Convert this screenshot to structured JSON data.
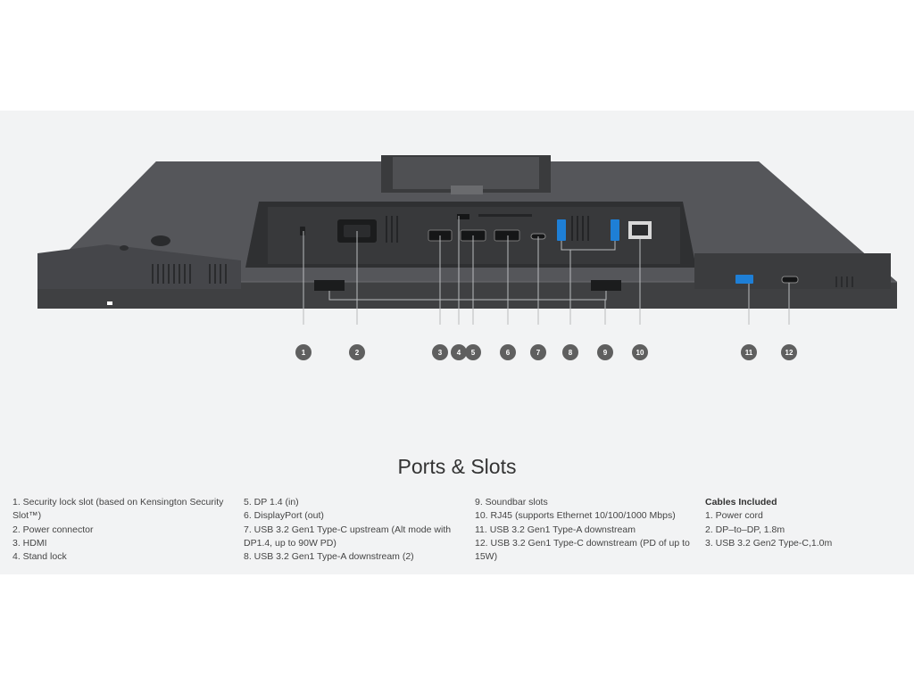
{
  "title": "Ports & Slots",
  "callouts": [
    "1",
    "2",
    "3",
    "4",
    "5",
    "6",
    "7",
    "8",
    "9",
    "10",
    "11",
    "12"
  ],
  "columns": [
    {
      "heading": "",
      "items": [
        "1. Security lock slot (based on Kensington Security Slot™)",
        "2. Power connector",
        "3. HDMI",
        "4. Stand lock"
      ]
    },
    {
      "heading": "",
      "items": [
        "5. DP 1.4 (in)",
        "6. DisplayPort (out)",
        "7. USB 3.2 Gen1 Type-C upstream (Alt mode with DP1.4, up to 90W PD)",
        "8. USB 3.2 Gen1 Type-A downstream (2)"
      ]
    },
    {
      "heading": "",
      "items": [
        "9. Soundbar slots",
        "10. RJ45 (supports Ethernet 10/100/1000 Mbps)",
        "11. USB 3.2 Gen1 Type-A downstream",
        "12. USB 3.2 Gen1 Type-C downstream (PD of up to 15W)"
      ]
    },
    {
      "heading": "Cables Included",
      "items": [
        "1. Power cord",
        "2. DP–to–DP, 1.8m",
        "3. USB 3.2 Gen2 Type-C,1.0m"
      ]
    }
  ],
  "colors": {
    "panel": "#f2f3f4",
    "monitor_body": "#4a4b4d",
    "callout": "#5f5f5f",
    "usb_blue": "#1e7fd6"
  }
}
